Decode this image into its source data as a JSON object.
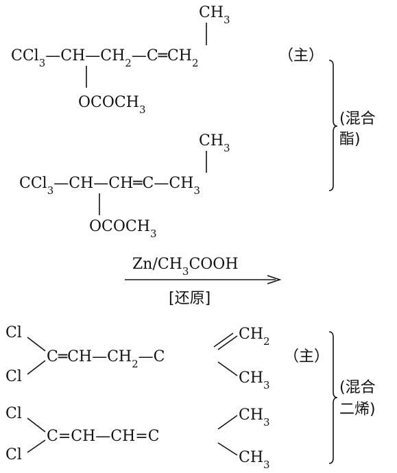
{
  "ester_1": {
    "methyl": "CH3",
    "chain": "CCl3—CH—CH2—C=CH2",
    "ester_group": "OCOCH3",
    "note": "（主）"
  },
  "ester_2": {
    "methyl": "CH3",
    "chain": "CCl3—CH—CH=C—CH3",
    "ester_group": "OCOCH3"
  },
  "ester_bracket_label": "(混合酯)",
  "reaction": {
    "reagent": "Zn/CH3COOH",
    "condition": "[还原]"
  },
  "diene_1": {
    "cl_top": "Cl",
    "cl_bottom": "Cl",
    "chain": "C=CH—CH2—C",
    "group_top": "CH2",
    "group_bottom": "CH3",
    "note": "（主）"
  },
  "diene_2": {
    "cl_top": "Cl",
    "cl_bottom": "Cl",
    "chain": "C=CH—CH=C",
    "group_top": "CH3",
    "group_bottom": "CH3"
  },
  "diene_bracket_label": "(混合二烯)"
}
